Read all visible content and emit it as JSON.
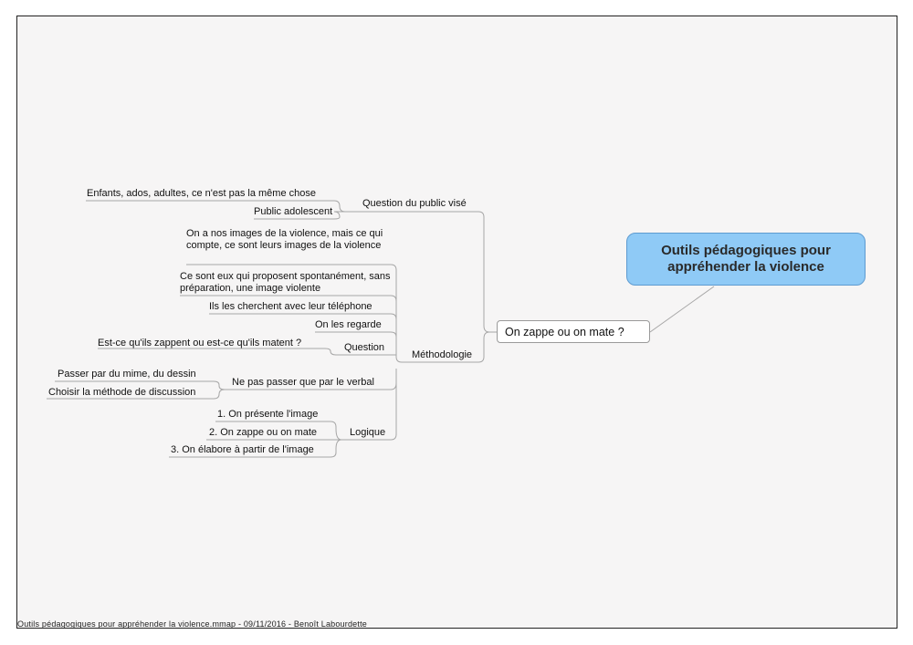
{
  "central_topic": "Outils pédagogiques pour appréhender la violence",
  "main_topic": "On zappe ou on mate ?",
  "branches": {
    "question_public": {
      "label": "Question du public visé",
      "children": [
        "Enfants, ados, adultes, ce n'est pas la même chose",
        "Public adolescent"
      ]
    },
    "methodologie": {
      "label": "Méthodologie",
      "children": {
        "images": "On a nos images de la violence, mais ce qui compte, ce sont leurs images de la violence",
        "proposent": "Ce sont eux qui proposent spontanément, sans préparation, une image violente",
        "telephone": "Ils les cherchent avec leur téléphone",
        "regarde": "On les regarde",
        "question": {
          "label": "Question",
          "child": "Est-ce qu'ils zappent ou est-ce qu'ils matent ?"
        },
        "verbal": {
          "label": "Ne pas passer que par le verbal",
          "children": [
            "Passer par du mime, du dessin",
            "Choisir la méthode de discussion"
          ]
        },
        "logique": {
          "label": "Logique",
          "children": [
            "1. On présente l'image",
            "2. On zappe ou on mate",
            "3. On élabore à partir de l'image"
          ]
        }
      }
    }
  },
  "footer": "Outils pédagogiques pour appréhender la violence.mmap - 09/11/2016 - Benoît Labourdette",
  "colors": {
    "central_fill": "#8fcaf6",
    "central_border": "#5e9bd0",
    "connector": "#a6a6a6",
    "canvas": "#f6f5f5"
  }
}
